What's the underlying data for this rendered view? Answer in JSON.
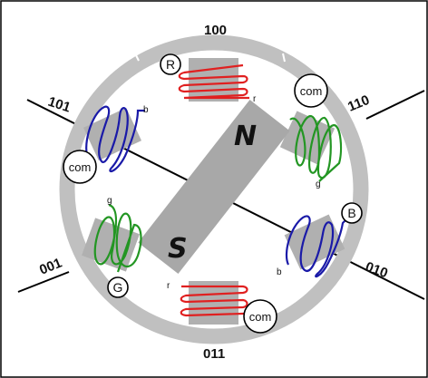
{
  "diagram": {
    "phase_labels": {
      "top": "100",
      "top_right": "110",
      "right": "010",
      "bottom": "011",
      "left": "001",
      "top_left": "101"
    },
    "magnet": {
      "north": "N",
      "south": "S"
    },
    "terminals": {
      "red_coil": "R",
      "blue_coil": "B",
      "green_coil": "G",
      "common": "com"
    },
    "wire_tags": {
      "red": "r",
      "blue": "b",
      "green": "g"
    },
    "colors": {
      "ring": "#c0c0c0",
      "red_coil": "#e02020",
      "blue_coil": "#1a1aa8",
      "green_coil": "#239623",
      "line": "#000000",
      "frame": "#000000"
    }
  }
}
